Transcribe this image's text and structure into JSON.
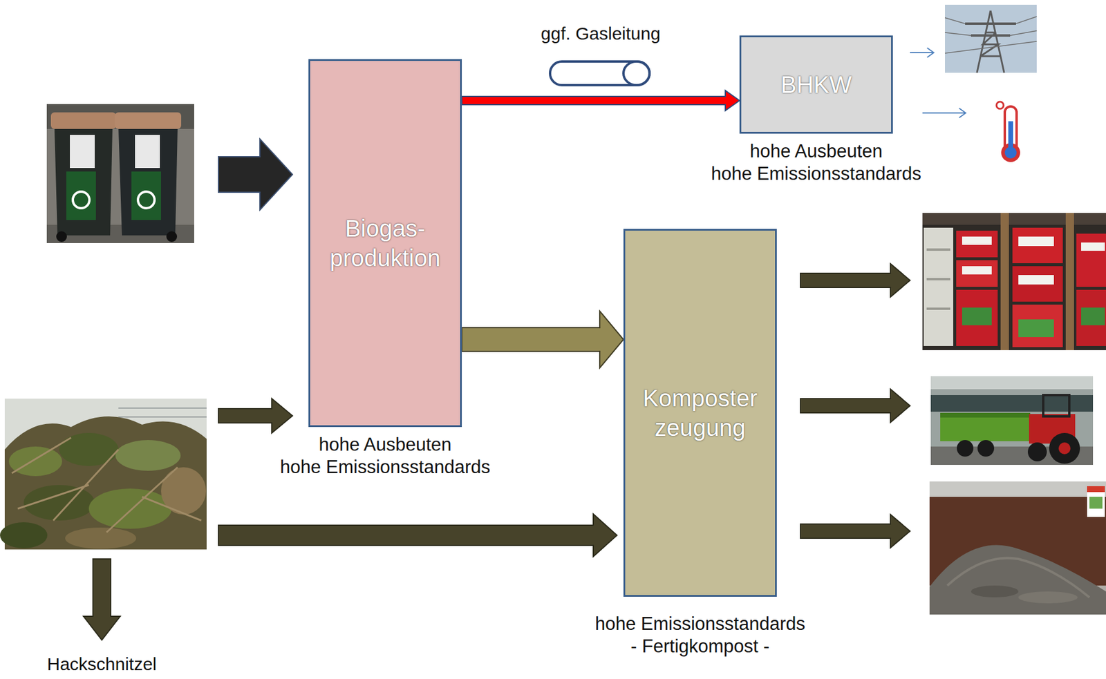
{
  "diagram": {
    "nodes": [
      {
        "text": [
          "Biogas- produktion",
          "hohe Ausbeuten",
          "hohe Emissionsstandards"
        ]
      },
      {
        "text": [
          "BHKW",
          "hohe Ausbeuten",
          "hohe Emissionsstandards"
        ]
      },
      {
        "text": [
          "Komposter zeugung",
          "hohe Emissionsstandards",
          "- Fertigkompost -"
        ]
      }
    ],
    "edges": [
      {
        "from": 0,
        "to": 1,
        "arrow": "to",
        "label": "ggf. Gasleitung"
      },
      {
        "from": 0,
        "to": 2,
        "arrow": "to"
      }
    ],
    "labels": [
      "Hackschnitzel"
    ]
  }
}
